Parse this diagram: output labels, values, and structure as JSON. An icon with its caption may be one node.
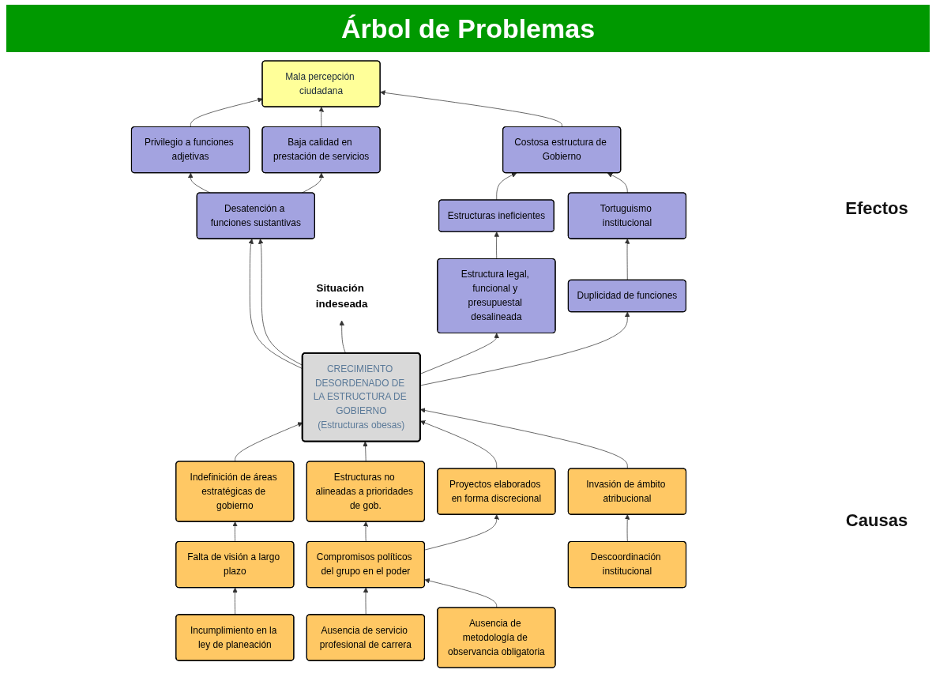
{
  "diagram": {
    "title": "Árbol de Problemas",
    "nodes": [
      {
        "text": [
          "Mala percepción ciudadana"
        ]
      },
      {
        "text": [
          "Costosa estructura de Gobierno"
        ]
      },
      {
        "text": [
          "Privilegio a funciones adjetivas"
        ]
      },
      {
        "text": [
          "Baja calidad en prestación de servicios"
        ]
      },
      {
        "text": [
          "Estructuras ineficientes"
        ]
      },
      {
        "text": [
          "Tortuguismo institucional"
        ]
      },
      {
        "text": [
          "Desatención a funciones sustantivas"
        ]
      },
      {
        "text": [
          "Estructura legal, funcional y presupuestal desalineada"
        ]
      },
      {
        "text": [
          "Duplicidad de funciones"
        ]
      },
      {
        "text": [
          "CRECIMIENTO DESORDENADO DE LA ESTRUCTURA DE GOBIERNO",
          "(Estructuras obesas)"
        ]
      },
      {
        "text": [
          "Indefinición de áreas estratégicas de gobierno"
        ]
      },
      {
        "text": [
          "Estructuras no alineadas a prioridades de gob."
        ]
      },
      {
        "text": [
          "Proyectos elaborados en forma discrecional"
        ]
      },
      {
        "text": [
          "Invasión de ámbito atribucional"
        ]
      },
      {
        "text": [
          "Falta de visión a largo plazo"
        ]
      },
      {
        "text": [
          "Compromisos políticos del grupo en el poder"
        ]
      },
      {
        "text": [
          "Descoordinación institucional"
        ]
      },
      {
        "text": [
          "Incumplimiento en la ley de planeación"
        ]
      },
      {
        "text": [
          "Ausencia de servicio profesional de carrera"
        ]
      },
      {
        "text": [
          "Ausencia de metodología de observancia obligatoria"
        ]
      },
      {
        "text": [
          "Situación indeseada"
        ]
      }
    ],
    "edges": [
      {
        "from": 2,
        "to": 0,
        "arrow": "to"
      },
      {
        "from": 3,
        "to": 0,
        "arrow": "to"
      },
      {
        "from": 1,
        "to": 0,
        "arrow": "to"
      },
      {
        "from": 4,
        "to": 1,
        "arrow": "to"
      },
      {
        "from": 5,
        "to": 1,
        "arrow": "to"
      },
      {
        "from": 6,
        "to": 2,
        "arrow": "to"
      },
      {
        "from": 6,
        "to": 3,
        "arrow": "to"
      },
      {
        "from": 7,
        "to": 4,
        "arrow": "to"
      },
      {
        "from": 8,
        "to": 5,
        "arrow": "to"
      },
      {
        "from": 9,
        "to": 6,
        "arrow": "to"
      },
      {
        "from": 9,
        "to": 6,
        "arrow": "to"
      },
      {
        "from": 9,
        "to": 7,
        "arrow": "to"
      },
      {
        "from": 9,
        "to": 8,
        "arrow": "to"
      },
      {
        "from": 10,
        "to": 9,
        "arrow": "to"
      },
      {
        "from": 11,
        "to": 9,
        "arrow": "to"
      },
      {
        "from": 12,
        "to": 9,
        "arrow": "to"
      },
      {
        "from": 13,
        "to": 9,
        "arrow": "to"
      },
      {
        "from": 14,
        "to": 10,
        "arrow": "to"
      },
      {
        "from": 15,
        "to": 11,
        "arrow": "to"
      },
      {
        "from": 15,
        "to": 12,
        "arrow": "to"
      },
      {
        "from": 16,
        "to": 13,
        "arrow": "to"
      },
      {
        "from": 17,
        "to": 14,
        "arrow": "to"
      },
      {
        "from": 18,
        "to": 15,
        "arrow": "to"
      },
      {
        "from": 19,
        "to": 15,
        "arrow": "to"
      },
      {
        "from": 9,
        "to": 20,
        "arrow": "to"
      }
    ],
    "labels": [
      "Efectos",
      "Causas"
    ]
  }
}
